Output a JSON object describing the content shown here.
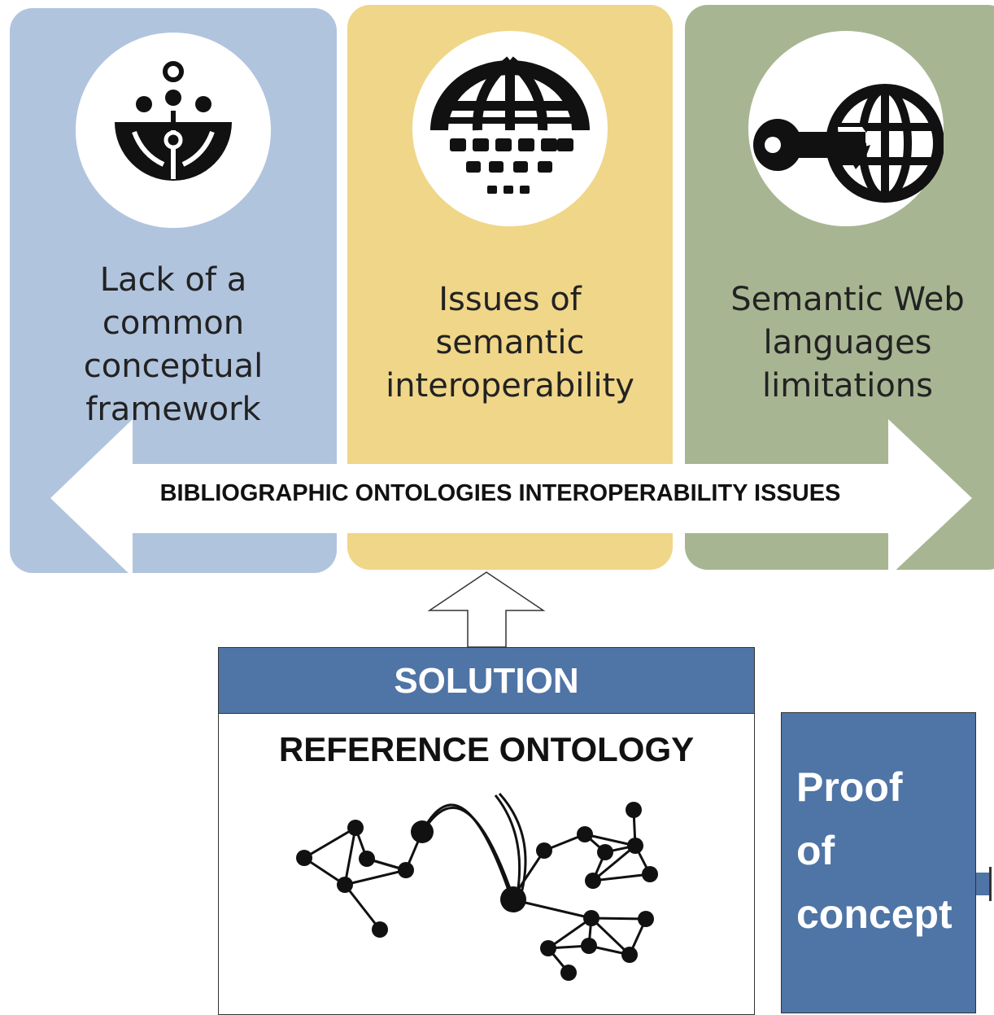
{
  "panels": [
    {
      "label": "Lack of a common conceptual framework",
      "lines": [
        "Lack of a",
        "common",
        "conceptual",
        "framework"
      ],
      "icon": "ifla-logo-icon",
      "color": "#b1c4de"
    },
    {
      "label": "Issues of semantic interoperability",
      "lines": [
        "Issues of",
        "semantic",
        "interoperability"
      ],
      "icon": "globe-grid-icon",
      "color": "#f0d689"
    },
    {
      "label": "Semantic Web languages limitations",
      "lines": [
        "Semantic Web",
        "languages",
        "limitations"
      ],
      "icon": "key-globe-icon",
      "color": "#a8b592"
    }
  ],
  "banner": {
    "text": "BIBLIOGRAPHIC ONTOLOGIES INTEROPERABILITY ISSUES"
  },
  "solution": {
    "header": "SOLUTION",
    "title": "REFERENCE ONTOLOGY",
    "image": "ontology-network-icon"
  },
  "proof": {
    "line1": "Proof",
    "line2": "of",
    "line3": "concept"
  },
  "colors": {
    "blue_box": "#4f74a6",
    "arrow_outline": "#333333"
  }
}
